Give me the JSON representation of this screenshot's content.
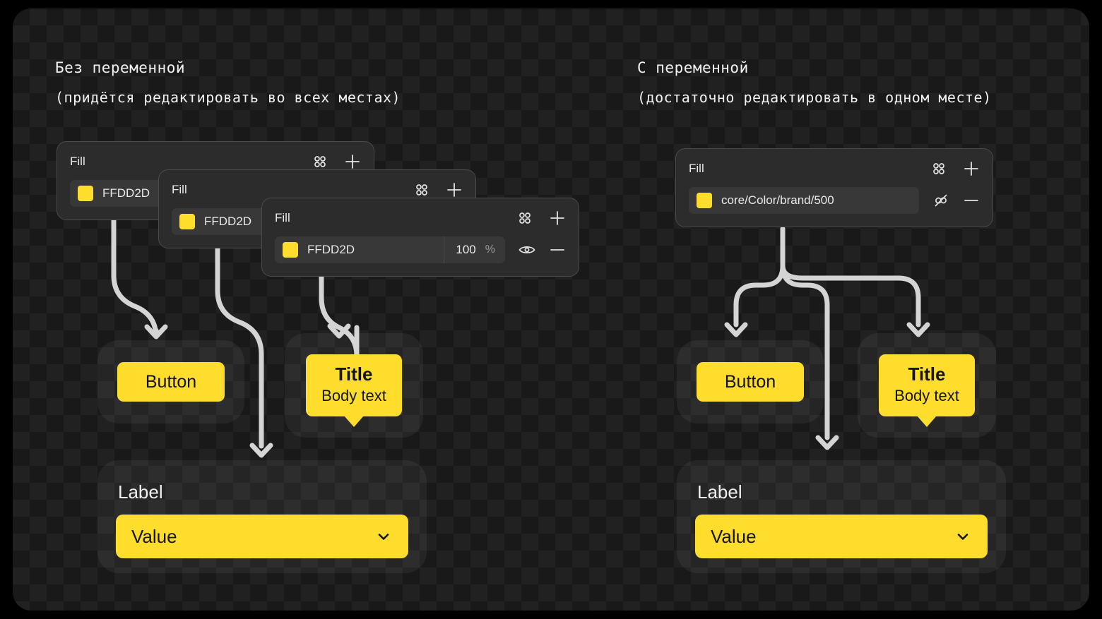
{
  "colors": {
    "brand_yellow": "#FFDD2D",
    "canvas_base": "#191919",
    "canvas_checker": "#212121",
    "panel_bg": "#2C2C2C",
    "panel_border": "#4A4A4A",
    "field_bg": "#383838",
    "wire": "#D4D4D4",
    "text": "#E9E9E9"
  },
  "left": {
    "heading": "Без переменной",
    "subheading": "(придётся редактировать во всех местах)",
    "panels": [
      {
        "title": "Fill",
        "color_value": "FFDD2D"
      },
      {
        "title": "Fill",
        "color_value": "FFDD2D"
      },
      {
        "title": "Fill",
        "color_value": "FFDD2D",
        "opacity_value": "100",
        "opacity_unit": "%"
      }
    ],
    "button_card": {
      "label": "Button"
    },
    "title_card": {
      "title": "Title",
      "body": "Body text"
    },
    "field_card": {
      "label": "Label",
      "value": "Value"
    }
  },
  "right": {
    "heading": "С переменной",
    "subheading": "(достаточно редактировать в одном месте)",
    "panel": {
      "title": "Fill",
      "variable_value": "core/Color/brand/500"
    },
    "button_card": {
      "label": "Button"
    },
    "title_card": {
      "title": "Title",
      "body": "Body text"
    },
    "field_card": {
      "label": "Label",
      "value": "Value"
    }
  },
  "icons": {
    "styles": "four-dot-grid-icon",
    "add": "plus-icon",
    "remove": "minus-icon",
    "visibility": "eye-icon",
    "detach": "broken-link-icon",
    "expand": "chevron-down-icon"
  }
}
